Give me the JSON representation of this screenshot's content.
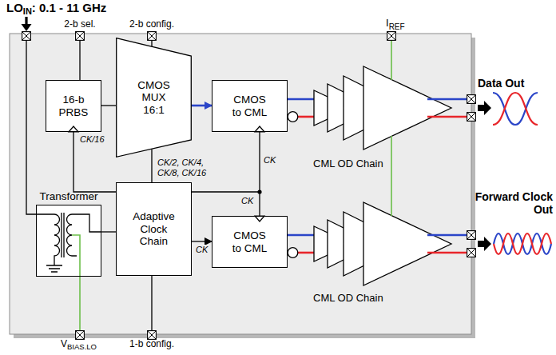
{
  "diagram": {
    "nodes": [
      {
        "text": [
          "16-b PRBS"
        ]
      },
      {
        "text": [
          "CMOS MUX 16:1"
        ]
      },
      {
        "text": [
          "CMOS to CML"
        ]
      },
      {
        "text": [
          "Transformer"
        ]
      },
      {
        "text": [
          "Adaptive Clock Chain"
        ]
      },
      {
        "text": [
          "CMOS to CML"
        ]
      }
    ],
    "edges": [
      {
        "from": 0,
        "to": 1,
        "arrow": "none"
      },
      {
        "from": 1,
        "to": 2,
        "arrow": "to"
      },
      {
        "from": 4,
        "to": 0,
        "arrow": "none",
        "label": "CK/16"
      },
      {
        "from": 4,
        "to": 1,
        "arrow": "none",
        "label": "CK/2, CK/4, CK/8, CK/16"
      },
      {
        "from": 4,
        "to": 2,
        "arrow": "none",
        "label": "CK"
      },
      {
        "from": 4,
        "to": 5,
        "arrow": "to",
        "label": "CK"
      },
      {
        "from": 3,
        "to": 4,
        "arrow": "none"
      }
    ],
    "labels": [
      "LO",
      "IN",
      ": 0.1 - 11 GHz",
      "2-b sel.",
      "2-b config.",
      "I",
      "REF",
      "Data Out",
      "Forward Clock Out",
      "CML OD Chain",
      "CML OD Chain",
      "CK",
      "V",
      "BIAS.LO",
      "1-b config."
    ]
  }
}
